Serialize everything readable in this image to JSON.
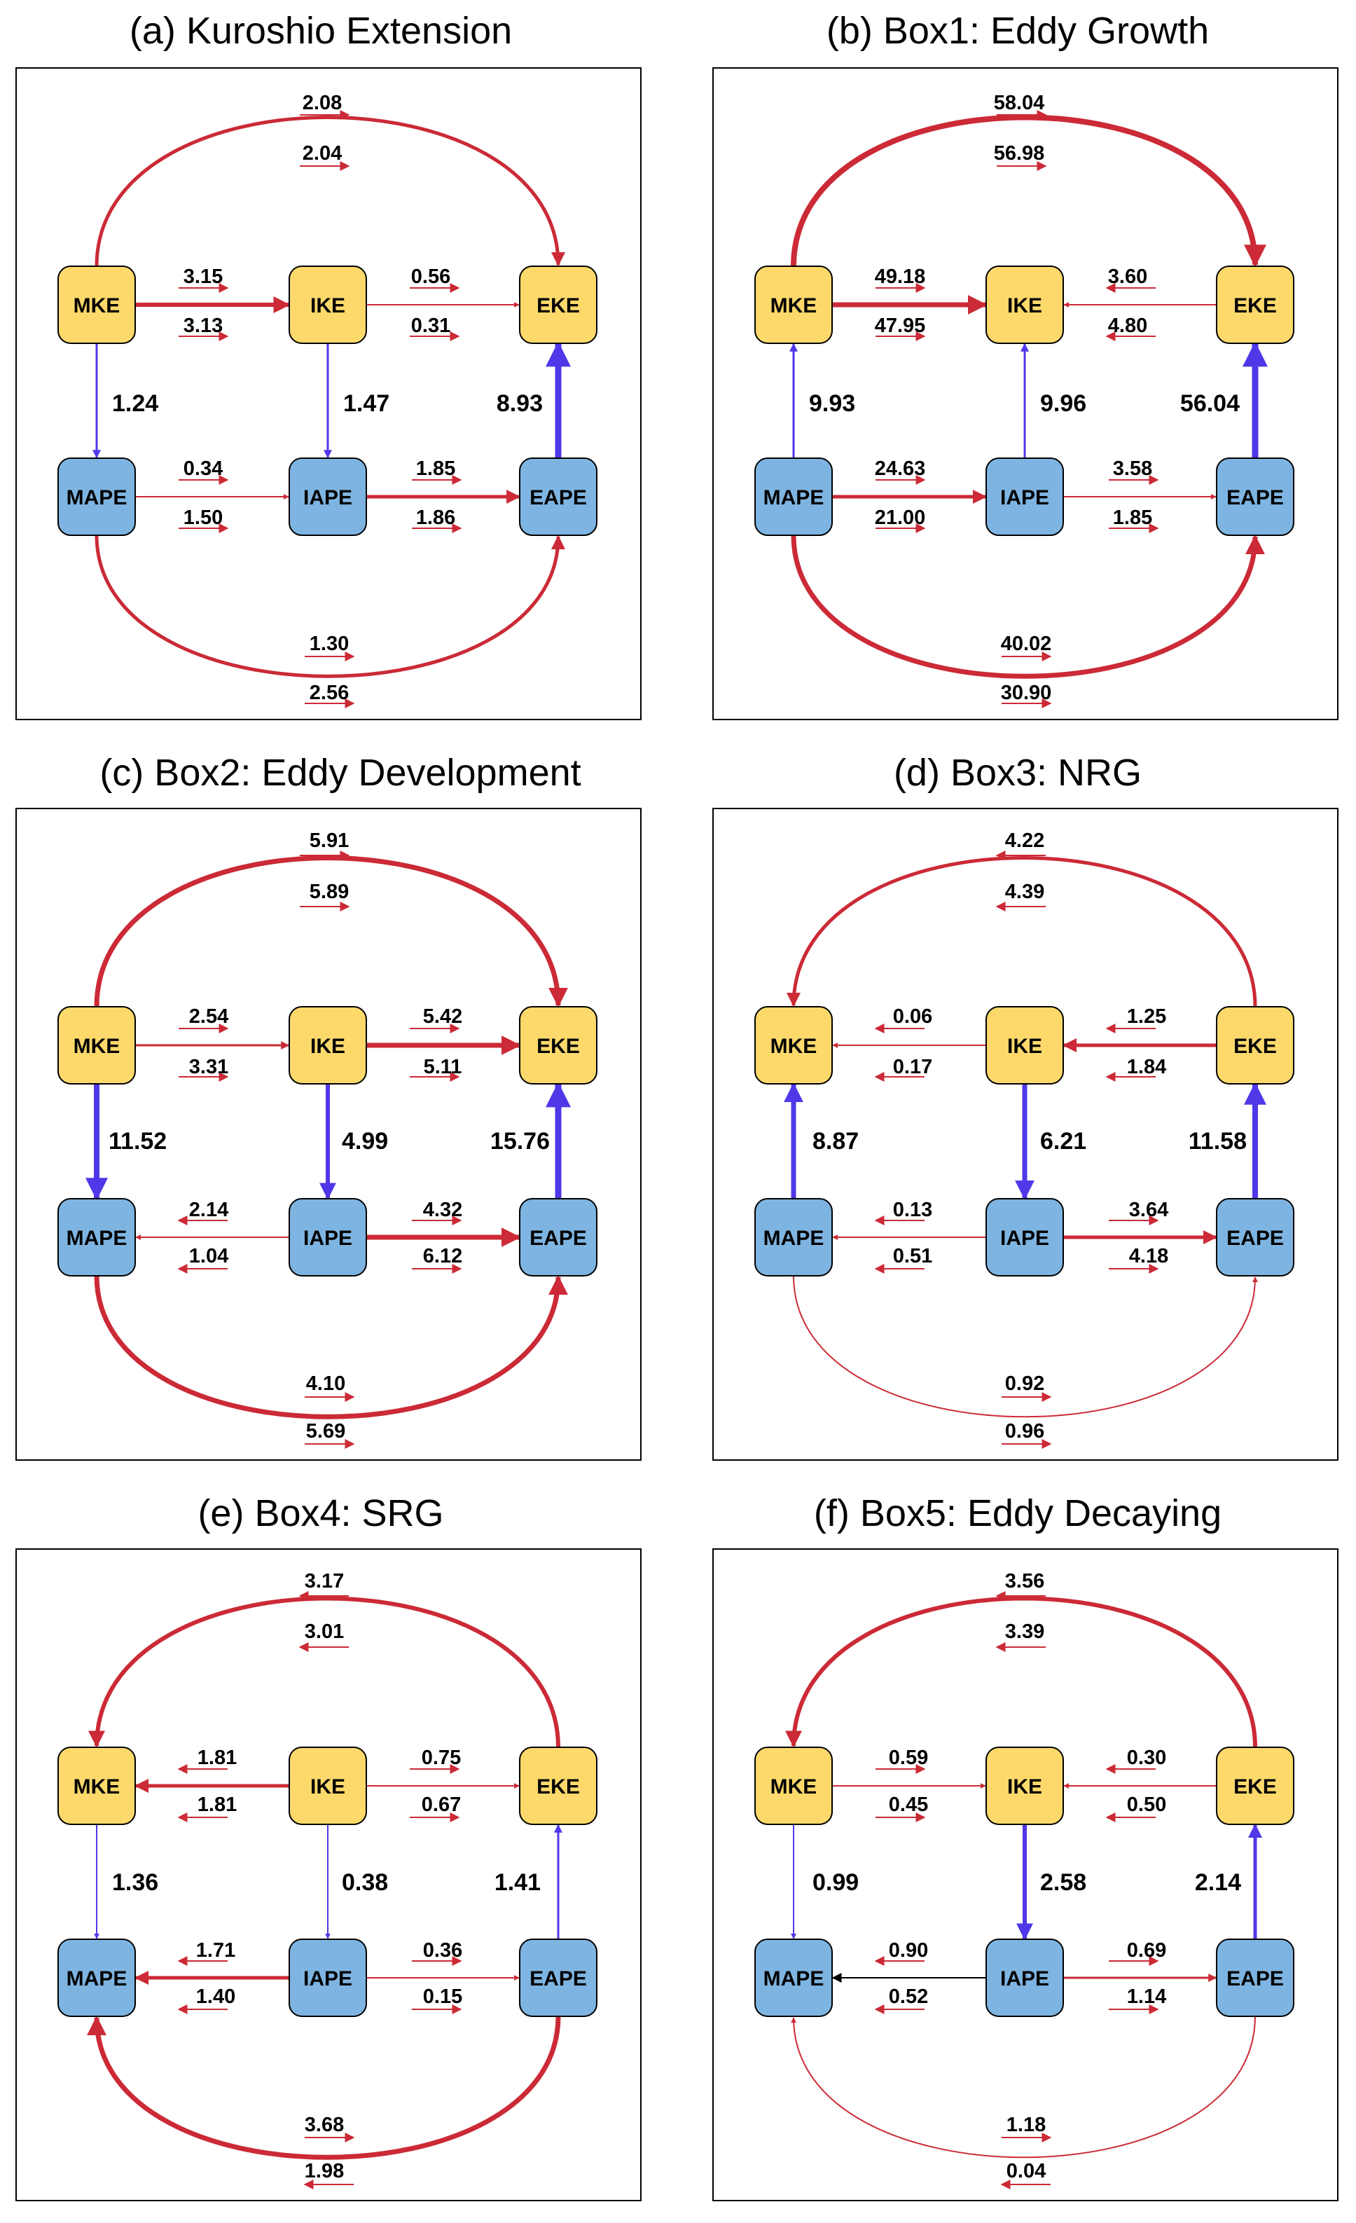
{
  "colors": {
    "ke_box": "#FDD96B",
    "pe_box": "#7EB4E1",
    "red_arrow": "#CB2A36",
    "blue_arrow": "#4F38E8",
    "black_arrow": "#000000"
  },
  "boxes": {
    "MKE": "MKE",
    "IKE": "IKE",
    "EKE": "EKE",
    "MAPE": "MAPE",
    "IAPE": "IAPE",
    "EAPE": "EAPE"
  },
  "panels": [
    {
      "title": "(a) Kuroshio Extension",
      "top": {
        "v1": "2.08",
        "v2": "2.04",
        "d1": 1,
        "d2": 1,
        "arc": 1,
        "w": 5
      },
      "bottom": {
        "v1": "1.30",
        "v2": "2.56",
        "d1": 1,
        "d2": 1,
        "arc": 1,
        "w": 5
      },
      "ur_l": {
        "v1": "3.15",
        "v2": "3.13",
        "d1": 1,
        "d2": 1,
        "arc": 1,
        "w": 6
      },
      "ur_r": {
        "v1": "0.56",
        "v2": "0.31",
        "d1": 1,
        "d2": 1,
        "arc": 1,
        "w": 2
      },
      "lr_l": {
        "v1": "0.34",
        "v2": "1.50",
        "d1": 1,
        "d2": 1,
        "arc": 1,
        "w": 2
      },
      "lr_r": {
        "v1": "1.85",
        "v2": "1.86",
        "d1": 1,
        "d2": 1,
        "arc": 1,
        "w": 5
      },
      "v_l": {
        "v": "1.24",
        "dir": "down",
        "w": 3,
        "color": "blue"
      },
      "v_m": {
        "v": "1.47",
        "dir": "down",
        "w": 3,
        "color": "blue"
      },
      "v_r": {
        "v": "8.93",
        "dir": "up",
        "w": 9,
        "color": "blue"
      }
    },
    {
      "title": "(b) Box1: Eddy Growth",
      "top": {
        "v1": "58.04",
        "v2": "56.98",
        "d1": 1,
        "d2": 1,
        "arc": 1,
        "w": 8
      },
      "bottom": {
        "v1": "40.02",
        "v2": "30.90",
        "d1": 1,
        "d2": 1,
        "arc": 1,
        "w": 7
      },
      "ur_l": {
        "v1": "49.18",
        "v2": "47.95",
        "d1": 1,
        "d2": 1,
        "arc": 1,
        "w": 7
      },
      "ur_r": {
        "v1": "3.60",
        "v2": "4.80",
        "d1": -1,
        "d2": -1,
        "arc": -1,
        "w": 2
      },
      "lr_l": {
        "v1": "24.63",
        "v2": "21.00",
        "d1": 1,
        "d2": 1,
        "arc": 1,
        "w": 5
      },
      "lr_r": {
        "v1": "3.58",
        "v2": "1.85",
        "d1": 1,
        "d2": 1,
        "arc": 1,
        "w": 2
      },
      "v_l": {
        "v": "9.93",
        "dir": "up",
        "w": 3,
        "color": "blue"
      },
      "v_m": {
        "v": "9.96",
        "dir": "up",
        "w": 3,
        "color": "blue"
      },
      "v_r": {
        "v": "56.04",
        "dir": "up",
        "w": 9,
        "color": "blue"
      }
    },
    {
      "title": "(c) Box2: Eddy Development",
      "top": {
        "v1": "5.91",
        "v2": "5.89",
        "d1": 1,
        "d2": 1,
        "arc": 1,
        "w": 7
      },
      "bottom": {
        "v1": "4.10",
        "v2": "5.69",
        "d1": 1,
        "d2": 1,
        "arc": 1,
        "w": 7
      },
      "ur_l": {
        "v1": "2.54",
        "v2": "3.31",
        "d1": 1,
        "d2": 1,
        "arc": 1,
        "w": 3
      },
      "ur_r": {
        "v1": "5.42",
        "v2": "5.11",
        "d1": 1,
        "d2": 1,
        "arc": 1,
        "w": 7
      },
      "lr_l": {
        "v1": "2.14",
        "v2": "1.04",
        "d1": -1,
        "d2": -1,
        "arc": -1,
        "w": 2
      },
      "lr_r": {
        "v1": "4.32",
        "v2": "6.12",
        "d1": 1,
        "d2": 1,
        "arc": 1,
        "w": 7
      },
      "v_l": {
        "v": "11.52",
        "dir": "down",
        "w": 8,
        "color": "blue"
      },
      "v_m": {
        "v": "4.99",
        "dir": "down",
        "w": 6,
        "color": "blue"
      },
      "v_r": {
        "v": "15.76",
        "dir": "up",
        "w": 9,
        "color": "blue"
      }
    },
    {
      "title": "(d) Box3: NRG",
      "top": {
        "v1": "4.22",
        "v2": "4.39",
        "d1": -1,
        "d2": -1,
        "arc": -1,
        "w": 5
      },
      "bottom": {
        "v1": "0.92",
        "v2": "0.96",
        "d1": 1,
        "d2": 1,
        "arc": 1,
        "w": 2
      },
      "ur_l": {
        "v1": "0.06",
        "v2": "0.17",
        "d1": -1,
        "d2": -1,
        "arc": -1,
        "w": 2
      },
      "ur_r": {
        "v1": "1.25",
        "v2": "1.84",
        "d1": -1,
        "d2": -1,
        "arc": -1,
        "w": 5
      },
      "lr_l": {
        "v1": "0.13",
        "v2": "0.51",
        "d1": -1,
        "d2": -1,
        "arc": -1,
        "w": 2
      },
      "lr_r": {
        "v1": "3.64",
        "v2": "4.18",
        "d1": 1,
        "d2": 1,
        "arc": 1,
        "w": 5
      },
      "v_l": {
        "v": "8.87",
        "dir": "up",
        "w": 7,
        "color": "blue"
      },
      "v_m": {
        "v": "6.21",
        "dir": "down",
        "w": 7,
        "color": "blue"
      },
      "v_r": {
        "v": "11.58",
        "dir": "up",
        "w": 8,
        "color": "blue"
      }
    },
    {
      "title": "(e) Box4: SRG",
      "top": {
        "v1": "3.17",
        "v2": "3.01",
        "d1": -1,
        "d2": -1,
        "arc": -1,
        "w": 6
      },
      "bottom": {
        "v1": "3.68",
        "v2": "1.98",
        "d1": 1,
        "d2": -1,
        "arc": -1,
        "w": 7
      },
      "ur_l": {
        "v1": "1.81",
        "v2": "1.81",
        "d1": -1,
        "d2": -1,
        "arc": -1,
        "w": 5
      },
      "ur_r": {
        "v1": "0.75",
        "v2": "0.67",
        "d1": 1,
        "d2": 1,
        "arc": 1,
        "w": 2
      },
      "lr_l": {
        "v1": "1.71",
        "v2": "1.40",
        "d1": -1,
        "d2": -1,
        "arc": -1,
        "w": 5
      },
      "lr_r": {
        "v1": "0.36",
        "v2": "0.15",
        "d1": 1,
        "d2": 1,
        "arc": 1,
        "w": 2
      },
      "v_l": {
        "v": "1.36",
        "dir": "down",
        "w": 2,
        "color": "blue"
      },
      "v_m": {
        "v": "0.38",
        "dir": "down",
        "w": 2,
        "color": "blue"
      },
      "v_r": {
        "v": "1.41",
        "dir": "up",
        "w": 3,
        "color": "blue"
      }
    },
    {
      "title": "(f) Box5: Eddy Decaying",
      "top": {
        "v1": "3.56",
        "v2": "3.39",
        "d1": -1,
        "d2": -1,
        "arc": -1,
        "w": 6
      },
      "bottom": {
        "v1": "1.18",
        "v2": "0.04",
        "d1": 1,
        "d2": -1,
        "arc": -1,
        "w": 2
      },
      "ur_l": {
        "v1": "0.59",
        "v2": "0.45",
        "d1": 1,
        "d2": 1,
        "arc": 1,
        "w": 2
      },
      "ur_r": {
        "v1": "0.30",
        "v2": "0.50",
        "d1": -1,
        "d2": -1,
        "arc": -1,
        "w": 2
      },
      "lr_l": {
        "v1": "0.90",
        "v2": "0.52",
        "d1": -1,
        "d2": -1,
        "arc": -1,
        "w": 2,
        "arc_color": "black"
      },
      "lr_r": {
        "v1": "0.69",
        "v2": "1.14",
        "d1": 1,
        "d2": 1,
        "arc": 1,
        "w": 3
      },
      "v_l": {
        "v": "0.99",
        "dir": "down",
        "w": 2,
        "color": "blue"
      },
      "v_m": {
        "v": "2.58",
        "dir": "down",
        "w": 6,
        "color": "blue"
      },
      "v_r": {
        "v": "2.14",
        "dir": "up",
        "w": 5,
        "color": "blue"
      }
    }
  ]
}
